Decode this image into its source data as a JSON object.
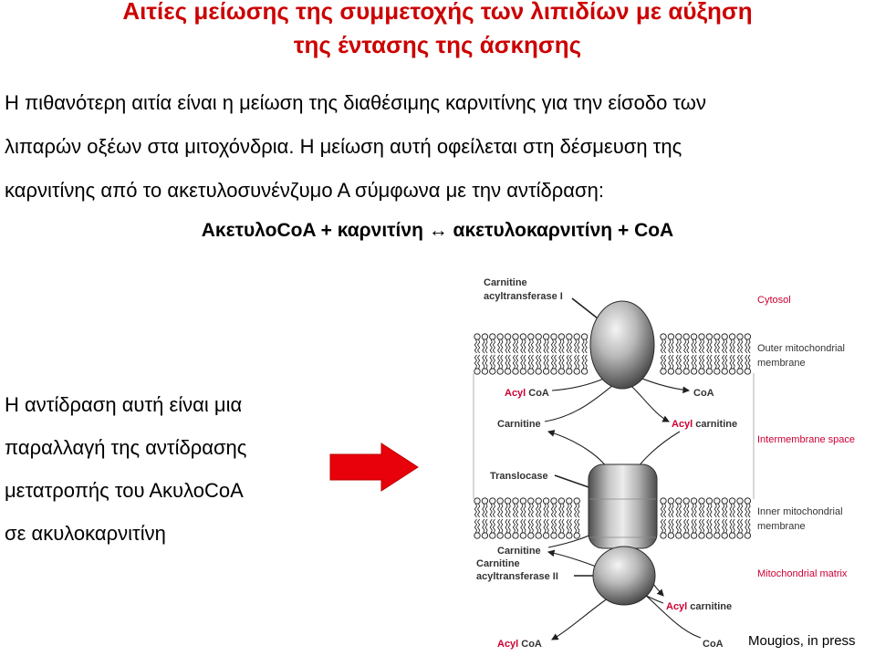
{
  "slide": {
    "title_lines": [
      "Αιτίες μείωσης της συμμετοχής των λιπιδίων με αύξηση",
      "της έντασης της άσκησης"
    ],
    "paragraph_lines": [
      "Η πιθανότερη αιτία είναι η μείωση της διαθέσιμης καρνιτίνης για την είσοδο των",
      "λιπαρών οξέων στα μιτοχόνδρια. Η μείωση αυτή οφείλεται στη δέσμευση της",
      "καρνιτίνης από το ακετυλοσυνένζυμο Α σύμφωνα με την αντίδραση:"
    ],
    "reaction": "ΑκετυλοCoA + καρνιτίνη ↔ ακετυλοκαρνιτίνη + CoA",
    "note_lines": [
      "Η αντίδραση αυτή είναι μια",
      "παραλλαγή της αντίδρασης",
      "μετατροπής του ΑκυλοCoA",
      "σε ακυλοκαρνιτίνη"
    ],
    "credit": "Mougios, in press"
  },
  "diagram": {
    "enzyme_cat1": [
      "Carnitine",
      "acyltransferase I"
    ],
    "translocase": "Translocase",
    "enzyme_cat2": [
      "Carnitine",
      "acyltransferase II"
    ],
    "compartments": {
      "cytosol": "Cytosol",
      "outer_membrane": [
        "Outer mitochondrial",
        "membrane"
      ],
      "intermembrane": "Intermembrane space",
      "inner_membrane": [
        "Inner mitochondrial",
        "membrane"
      ],
      "matrix": "Mitochondrial matrix"
    },
    "molecules": {
      "top_acyl_coa": [
        "Acyl",
        "CoA"
      ],
      "top_coa": "CoA",
      "top_carnitine": "Carnitine",
      "top_acyl_carnitine": [
        "Acyl",
        "carnitine"
      ],
      "matrix_carnitine": "Carnitine",
      "matrix_acyl_carnitine": [
        "Acyl",
        "carnitine"
      ],
      "matrix_acyl_coa": [
        "Acyl",
        "CoA"
      ],
      "matrix_coa": "CoA"
    }
  },
  "colors": {
    "title": "#cc0000",
    "arrow": "#e8000b",
    "diagram_red": "#cc0033",
    "diagram_text": "#333333"
  }
}
